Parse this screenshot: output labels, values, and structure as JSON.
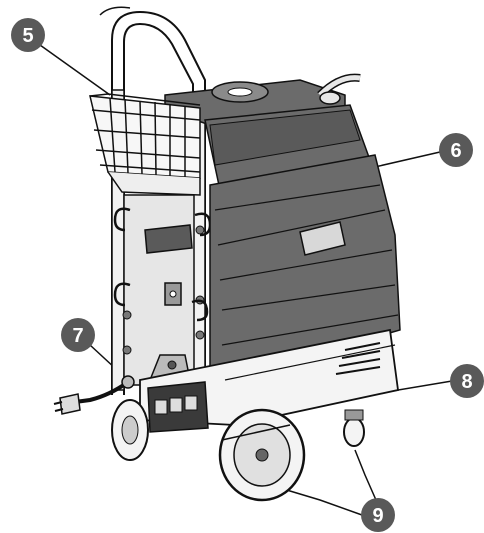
{
  "callouts": {
    "c5": "5",
    "c6": "6",
    "c7": "7",
    "c8": "8",
    "c9": "9"
  },
  "colors": {
    "callout_fill": "#595959",
    "body_fill": "#6b6b6b",
    "body_dark": "#4a4a4a",
    "outline": "#111111",
    "light": "#f2f2f2"
  }
}
